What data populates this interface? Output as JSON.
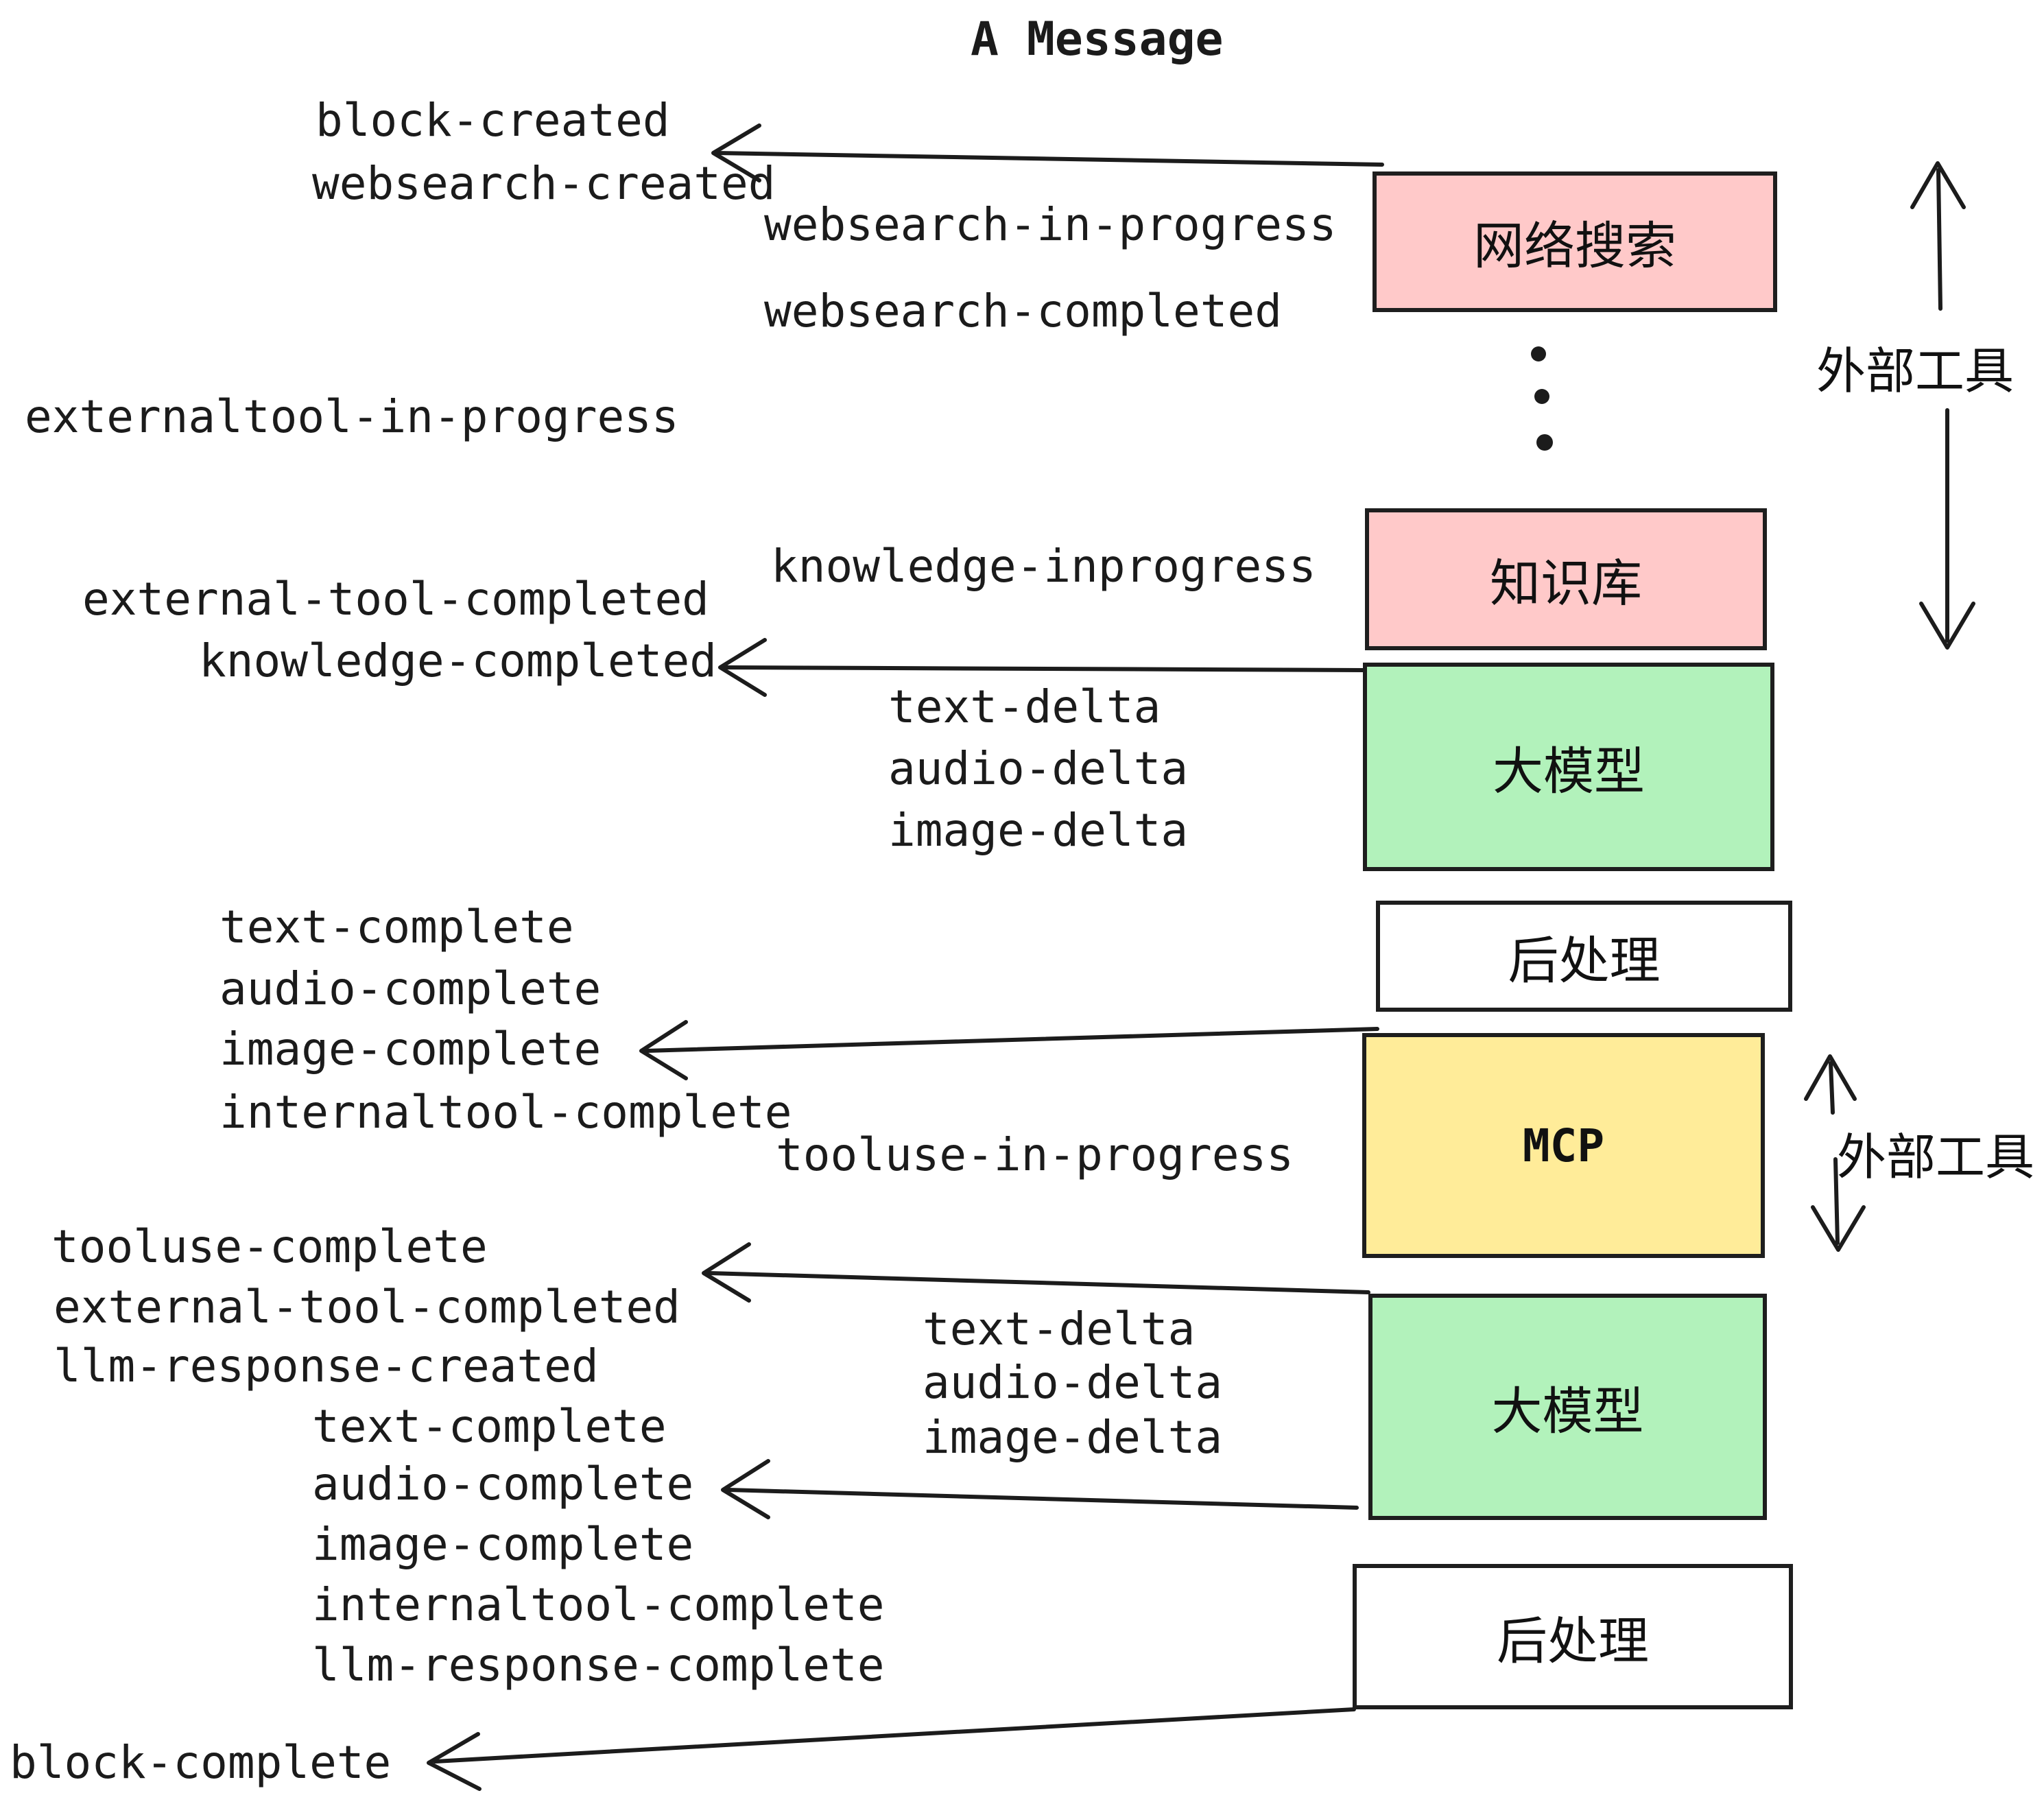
{
  "title": "A Message",
  "colors": {
    "pink": "#ffc9c9",
    "green": "#b2f2bb",
    "yellow": "#ffec99",
    "white": "#ffffff",
    "ink": "#1b1b1b"
  },
  "boxes": [
    {
      "id": "websearch",
      "label": "网络搜索",
      "fill": "pink"
    },
    {
      "id": "knowledge",
      "label": "知识库",
      "fill": "pink"
    },
    {
      "id": "llm-1",
      "label": "大模型",
      "fill": "green"
    },
    {
      "id": "post-1",
      "label": "后处理",
      "fill": "white"
    },
    {
      "id": "mcp",
      "label": "MCP",
      "fill": "yellow"
    },
    {
      "id": "llm-2",
      "label": "大模型",
      "fill": "green"
    },
    {
      "id": "post-2",
      "label": "后处理",
      "fill": "white"
    }
  ],
  "side_labels": [
    {
      "text": "外部工具"
    },
    {
      "text": "外部工具"
    }
  ],
  "events": {
    "block_created": "block-created",
    "websearch_created": "websearch-created",
    "websearch_in_progress": "websearch-in-progress",
    "websearch_completed": "websearch-completed",
    "externaltool_in_progress": "externaltool-in-progress",
    "knowledge_inprogress": "knowledge-inprogress",
    "external_tool_completed_1": "external-tool-completed",
    "knowledge_completed": "knowledge-completed",
    "text_delta_1": "text-delta",
    "audio_delta_1": "audio-delta",
    "image_delta_1": "image-delta",
    "text_complete_1": "text-complete",
    "audio_complete_1": "audio-complete",
    "image_complete_1": "image-complete",
    "internaltool_complete_1": "internaltool-complete",
    "tooluse_in_progress": "tooluse-in-progress",
    "tooluse_complete": "tooluse-complete",
    "external_tool_completed_2": "external-tool-completed",
    "llm_response_created": "llm-response-created",
    "text_complete_2": "text-complete",
    "audio_complete_2": "audio-complete",
    "image_complete_2": "image-complete",
    "internaltool_complete_2": "internaltool-complete",
    "llm_response_complete": "llm-response-complete",
    "block_complete": "block-complete"
  }
}
